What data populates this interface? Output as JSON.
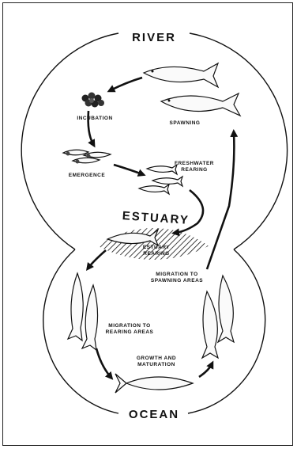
{
  "labels": {
    "river": "RIVER",
    "estuary": "ESTUARY",
    "ocean": "OCEAN",
    "incubation": "INCUBATION",
    "spawning": "SPAWNING",
    "emergence": "EMERGENCE",
    "freshwater_rearing_1": "FRESHWATER",
    "freshwater_rearing_2": "REARING",
    "estuary_rearing_1": "ESTUARY",
    "estuary_rearing_2": "REARING",
    "migration_spawning_1": "MIGRATION TO",
    "migration_spawning_2": "SPAWNING AREAS",
    "migration_rearing_1": "MIGRATION TO",
    "migration_rearing_2": "REARING AREAS",
    "growth_1": "GROWTH AND",
    "growth_2": "MATURATION"
  }
}
